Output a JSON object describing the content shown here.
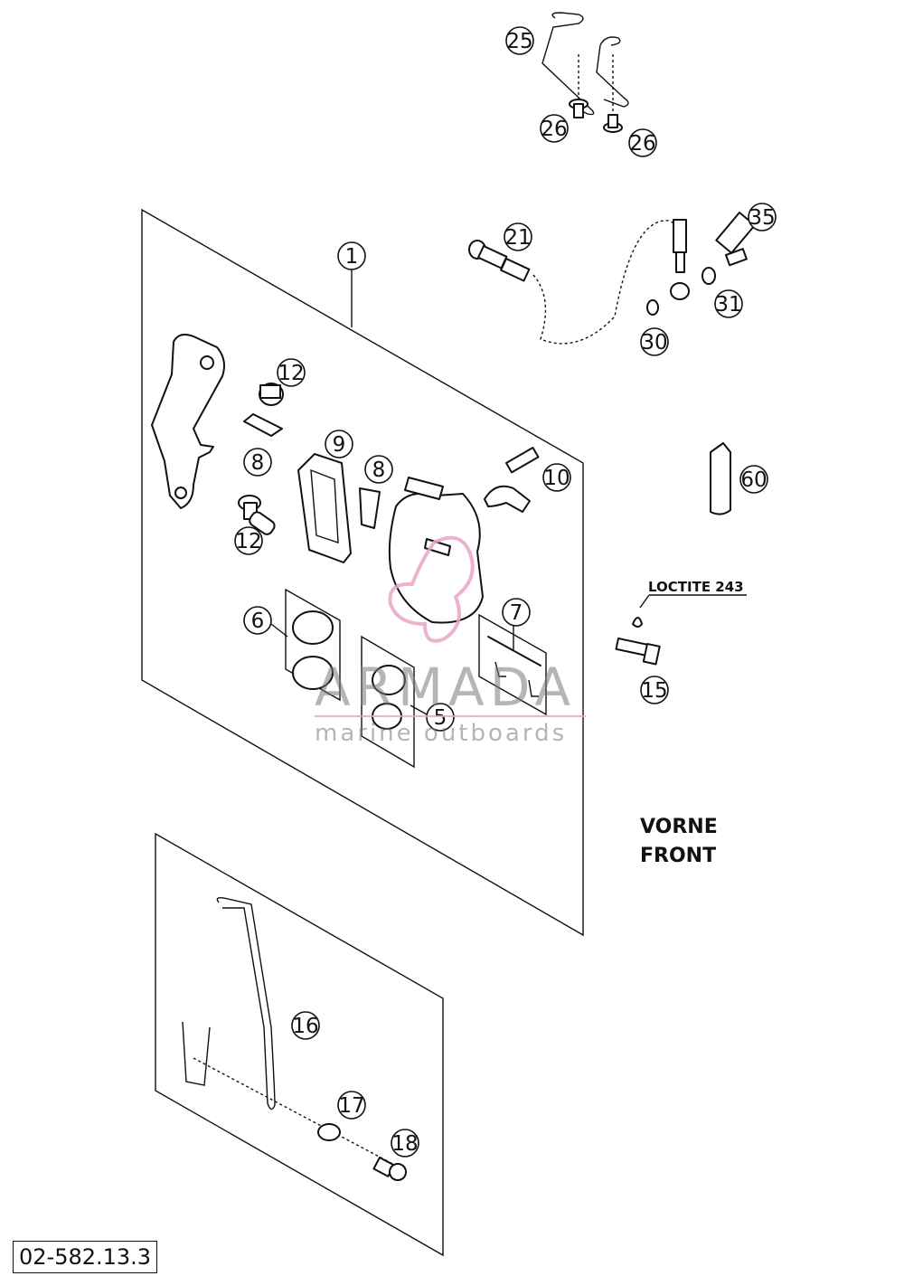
{
  "diagram": {
    "callouts": [
      {
        "id": "c25",
        "label": "25"
      },
      {
        "id": "c26a",
        "label": "26"
      },
      {
        "id": "c26b",
        "label": "26"
      },
      {
        "id": "c35",
        "label": "35"
      },
      {
        "id": "c21",
        "label": "21"
      },
      {
        "id": "c31",
        "label": "31"
      },
      {
        "id": "c30",
        "label": "30"
      },
      {
        "id": "c1",
        "label": "1"
      },
      {
        "id": "c12a",
        "label": "12"
      },
      {
        "id": "c8a",
        "label": "8"
      },
      {
        "id": "c9",
        "label": "9"
      },
      {
        "id": "c8b",
        "label": "8"
      },
      {
        "id": "c10",
        "label": "10"
      },
      {
        "id": "c60",
        "label": "60"
      },
      {
        "id": "c12b",
        "label": "12"
      },
      {
        "id": "c6",
        "label": "6"
      },
      {
        "id": "c7",
        "label": "7"
      },
      {
        "id": "c5",
        "label": "5"
      },
      {
        "id": "c15",
        "label": "15"
      },
      {
        "id": "c16",
        "label": "16"
      },
      {
        "id": "c17",
        "label": "17"
      },
      {
        "id": "c18",
        "label": "18"
      }
    ],
    "notes": {
      "loctite": "LOCTITE 243",
      "position_line1": "VORNE",
      "position_line2": "FRONT"
    },
    "drawing_code": "02-582.13.3",
    "watermark": {
      "brand": "ARMADA",
      "tagline": "marine outboards",
      "color": "#e8a6c8"
    }
  }
}
